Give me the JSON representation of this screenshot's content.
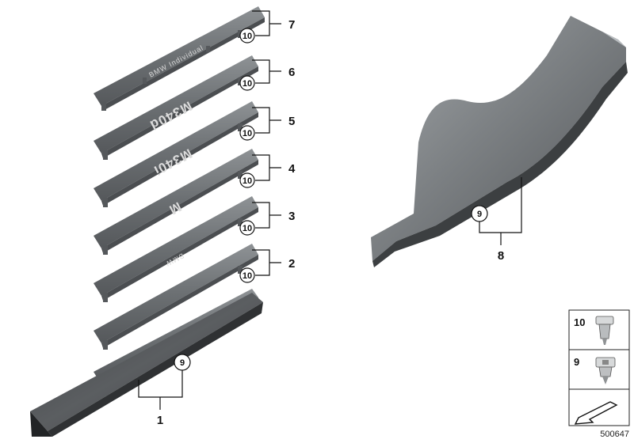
{
  "callouts": {
    "c1": "1",
    "c2": "2",
    "c3": "3",
    "c4": "4",
    "c5": "5",
    "c6": "6",
    "c7": "7",
    "c8": "8",
    "ref9": "9",
    "ref10": "10"
  },
  "strip_labels": {
    "strip7": "BMW Individual",
    "strip6": "M340d",
    "strip5": "M340i",
    "strip4": "M",
    "strip2": "BMW"
  },
  "legend": {
    "item10": "10",
    "item9": "9"
  },
  "diagram_id": "500647",
  "colors": {
    "part_dark": "#4a4d50",
    "part_mid": "#6f7376",
    "part_light": "#9a9ea1",
    "text_emboss": "#d9d9d9"
  },
  "icons": [
    "clip-icon",
    "expanding-nut-icon",
    "arrow-icon"
  ]
}
